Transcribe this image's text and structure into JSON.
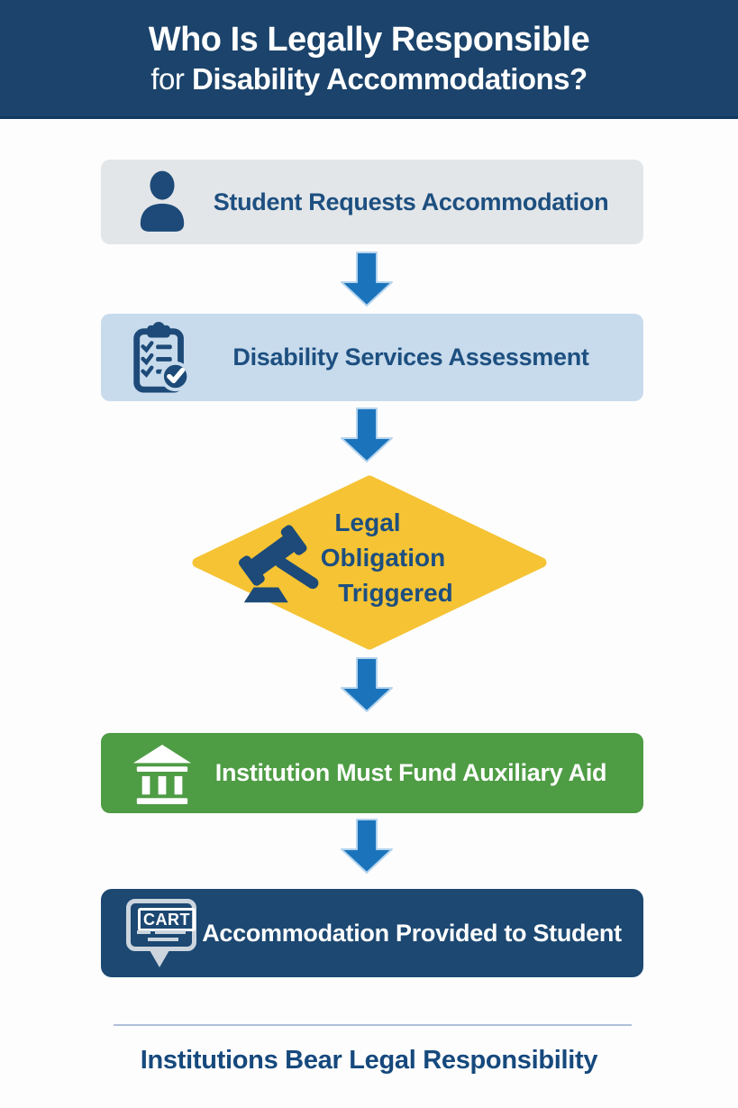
{
  "header": {
    "title_line1": "Who Is Legally Responsible",
    "title_line2_prefix": "for ",
    "title_line2_emphasis": "Disability Accommodations?"
  },
  "flow": {
    "steps": [
      {
        "id": "student-request",
        "shape": "box",
        "icon": "person-icon",
        "bg": "#e3e6e9",
        "text_color": "#1d4f80",
        "label": "Student Requests Accommodation"
      },
      {
        "id": "disability-services-assessment",
        "shape": "box",
        "icon": "clipboard-check-icon",
        "bg": "#c8dbec",
        "text_color": "#1d4f80",
        "label": "Disability Services Assessment"
      },
      {
        "id": "legal-obligation-triggered",
        "shape": "diamond",
        "icon": "gavel-icon",
        "bg": "#f5c334",
        "text_color": "#1d4f80",
        "lines": [
          "Legal",
          "Obligation",
          "Triggered"
        ]
      },
      {
        "id": "institution-must-fund",
        "shape": "box",
        "icon": "bank-icon",
        "bg": "#4e9c44",
        "text_color": "#ffffff",
        "label": "Institution Must Fund Auxiliary Aid"
      },
      {
        "id": "accommodation-provided",
        "shape": "box",
        "icon": "cart-captioning-icon",
        "bg": "#1c4872",
        "text_color": "#ffffff",
        "label": "Accommodation Provided to Student",
        "icon_label": "CART"
      }
    ],
    "arrow_icon": "arrow-down-icon",
    "arrow_color": "#1b74bb"
  },
  "footer": {
    "text": "Institutions Bear Legal Responsibility",
    "text_color": "#16497d",
    "divider_color": "#aebfd8"
  },
  "colors": {
    "header_bg": "#1b436b",
    "navy_icon": "#1d4a78",
    "diamond_yellow": "#f5c334",
    "green": "#4e9c44",
    "navy_box": "#1c4872",
    "light_gray_box": "#e3e6e9",
    "light_blue_box": "#c8dbec"
  }
}
